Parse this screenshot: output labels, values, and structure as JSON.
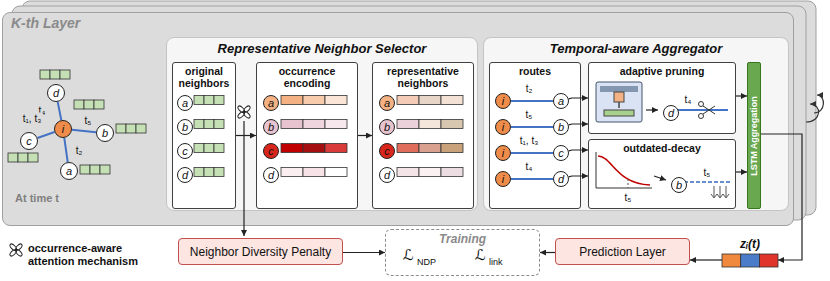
{
  "diagram": {
    "nodes": [
      {
        "text": [
          "K-th Layer"
        ]
      },
      {
        "text": [
          "i"
        ],
        "in": 0
      },
      {
        "text": [
          "d"
        ],
        "in": 0
      },
      {
        "text": [
          "b"
        ],
        "in": 0
      },
      {
        "text": [
          "c"
        ],
        "in": 0
      },
      {
        "text": [
          "a"
        ],
        "in": 0
      },
      {
        "text": [
          "Representative Neighbor Selector"
        ],
        "in": 0
      },
      {
        "text": [
          "original neighbors"
        ],
        "in": 6
      },
      {
        "text": [
          "a"
        ],
        "in": 7
      },
      {
        "text": [
          "b"
        ],
        "in": 7
      },
      {
        "text": [
          "c"
        ],
        "in": 7
      },
      {
        "text": [
          "d"
        ],
        "in": 7
      },
      {
        "text": [
          "occurrence encoding"
        ],
        "in": 6
      },
      {
        "text": [
          "a"
        ],
        "in": 12
      },
      {
        "text": [
          "b"
        ],
        "in": 12
      },
      {
        "text": [
          "c"
        ],
        "in": 12
      },
      {
        "text": [
          "d"
        ],
        "in": 12
      },
      {
        "text": [
          "representative neighbors"
        ],
        "in": 6
      },
      {
        "text": [
          "a"
        ],
        "in": 17
      },
      {
        "text": [
          "b"
        ],
        "in": 17
      },
      {
        "text": [
          "c"
        ],
        "in": 17
      },
      {
        "text": [
          "d"
        ],
        "in": 17
      },
      {
        "text": [
          "Temporal-aware Aggregator"
        ],
        "in": 0
      },
      {
        "text": [
          "routes"
        ],
        "in": 22
      },
      {
        "text": [
          "i"
        ],
        "in": 23
      },
      {
        "text": [
          "a"
        ],
        "in": 23
      },
      {
        "text": [
          "i"
        ],
        "in": 23
      },
      {
        "text": [
          "b"
        ],
        "in": 23
      },
      {
        "text": [
          "i"
        ],
        "in": 23
      },
      {
        "text": [
          "c"
        ],
        "in": 23
      },
      {
        "text": [
          "i"
        ],
        "in": 23
      },
      {
        "text": [
          "d"
        ],
        "in": 23
      },
      {
        "text": [
          "adaptive pruning"
        ],
        "in": 22
      },
      {
        "text": [
          "d"
        ],
        "in": 32
      },
      {
        "text": [
          "outdated-decay"
        ],
        "in": 22
      },
      {
        "text": [
          "b"
        ],
        "in": 34
      },
      {
        "text": [
          "LSTM Aggregation"
        ],
        "in": 22
      },
      {
        "text": [
          "Neighbor Diversity Penalty"
        ]
      },
      {
        "text": [
          "Training"
        ]
      },
      {
        "text": [
          "Prediction Layer"
        ]
      },
      {
        "text": [
          "zᵢ(t)"
        ]
      }
    ],
    "edges": [
      {
        "from": 1,
        "to": 2,
        "arrow": "none",
        "label": "t₄"
      },
      {
        "from": 1,
        "to": 3,
        "arrow": "none",
        "label": "t₅"
      },
      {
        "from": 1,
        "to": 4,
        "arrow": "none",
        "label": "t₁, t₃"
      },
      {
        "from": 1,
        "to": 5,
        "arrow": "none",
        "label": "t₂"
      },
      {
        "from": 7,
        "to": 12,
        "arrow": "to"
      },
      {
        "from": 12,
        "to": 17,
        "arrow": "to"
      },
      {
        "from": 24,
        "to": 25,
        "arrow": "none",
        "label": "t₂"
      },
      {
        "from": 26,
        "to": 27,
        "arrow": "none",
        "label": "t₅"
      },
      {
        "from": 28,
        "to": 29,
        "arrow": "none",
        "label": "t₁, t₃"
      },
      {
        "from": 30,
        "to": 31,
        "arrow": "none",
        "label": "t₄"
      },
      {
        "from": 25,
        "to": 32,
        "arrow": "to"
      },
      {
        "from": 27,
        "to": 32,
        "arrow": "to"
      },
      {
        "from": 29,
        "to": 34,
        "arrow": "to"
      },
      {
        "from": 31,
        "to": 34,
        "arrow": "to"
      },
      {
        "from": 32,
        "to": 36,
        "arrow": "to"
      },
      {
        "from": 34,
        "to": 36,
        "arrow": "to"
      },
      {
        "from": 36,
        "to": 40,
        "arrow": "to"
      },
      {
        "from": 40,
        "to": 39,
        "arrow": "to"
      },
      {
        "from": 39,
        "to": 38,
        "arrow": "to"
      },
      {
        "from": 37,
        "to": 38,
        "arrow": "to"
      }
    ],
    "labels": [
      "At time t",
      "t₄",
      "t₅",
      "t₅",
      "ℒ",
      "NDP",
      "ℒ",
      "link"
    ],
    "legend": [
      {
        "text": "occurrence-aware attention mechanism"
      }
    ]
  }
}
